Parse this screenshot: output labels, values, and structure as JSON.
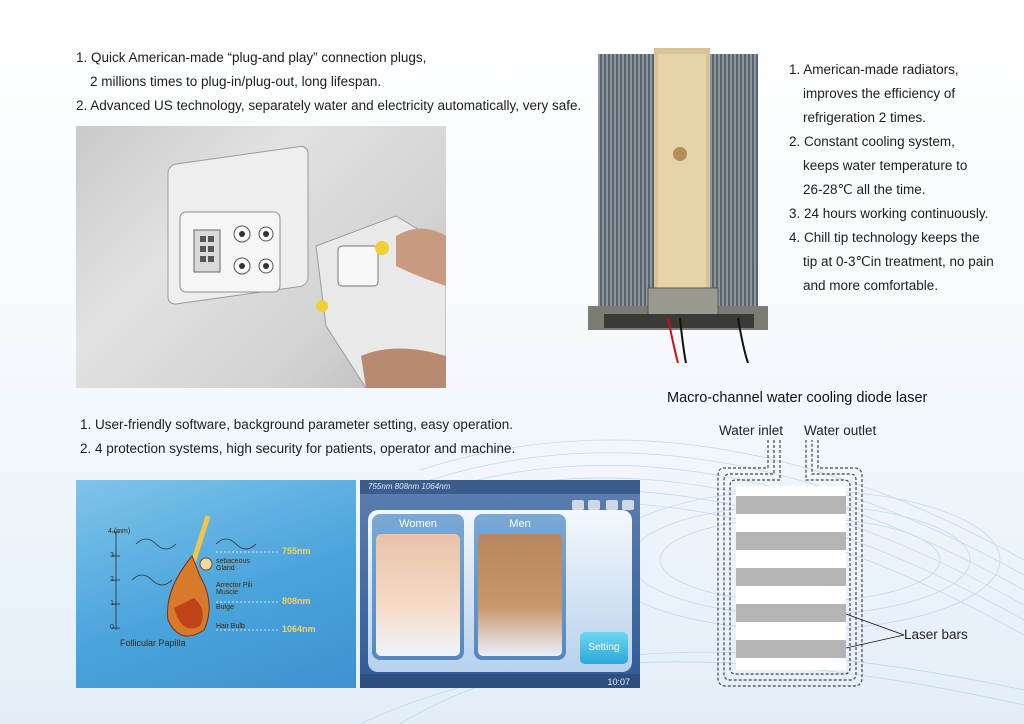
{
  "top_left_text": [
    "1. Quick American-made “plug-and play” connection plugs,",
    "2 millions times to plug-in/plug-out, long lifespan.",
    "2. Advanced US technology, separately water and electricity automatically, very safe."
  ],
  "right_text": [
    "1. American-made radiators,",
    "improves the efficiency of",
    "refrigeration 2 times.",
    "2. Constant cooling system,",
    "keeps water temperature to",
    "26-28℃ all the time.",
    "3. 24 hours working continuously.",
    "4. Chill tip technology keeps the",
    "tip at 0-3℃in treatment, no pain",
    "and more comfortable."
  ],
  "middle_text": [
    "1. User-friendly software, background parameter setting, easy operation.",
    "2. 4 protection systems, high security for patients, operator and machine."
  ],
  "hair_diagram": {
    "labels": {
      "gland": "sebaceous Gland",
      "arrector": "Arrector Pili Muscie",
      "bulge": "Bulge",
      "bulb": "Hair Bulb",
      "papilla": "Follicular Papilla"
    },
    "wavelengths": [
      "755nm",
      "808nm",
      "1064nm"
    ],
    "scale_unit": "4 (mm)",
    "scale_marks": [
      "3",
      "2",
      "1",
      "0"
    ]
  },
  "app_screen": {
    "header": "755nm 808nm 1064nm",
    "women_label": "Women",
    "men_label": "Men",
    "setting_label": "Setting",
    "clock": "10:07"
  },
  "cooling_diagram": {
    "title": "Macro-channel water cooling diode laser",
    "inlet": "Water inlet",
    "outlet": "Water outlet",
    "bars_label": "Laser bars"
  },
  "colors": {
    "accent_blue": "#4aa4dc",
    "nm_label": "#f6d25a",
    "follicle": "#c0441a"
  }
}
